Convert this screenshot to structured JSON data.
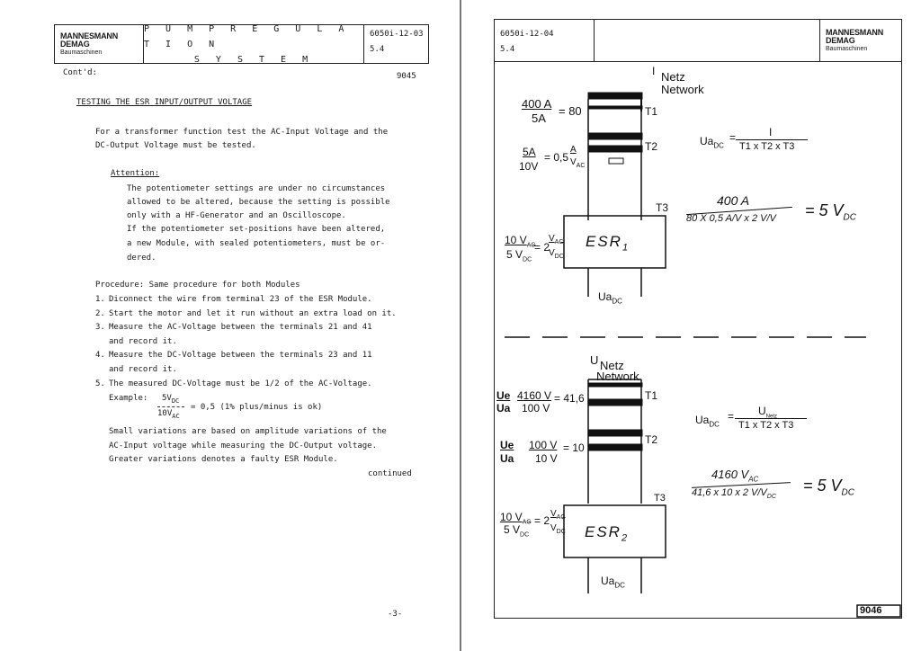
{
  "left": {
    "header": {
      "brand": [
        "MANNESMANN",
        "DEMAG",
        "Baumaschinen"
      ],
      "title": [
        "P U M P  R E G U L A T I O N",
        "S Y S T E M"
      ],
      "doc_no": "6050i-12-03",
      "section": "5.4"
    },
    "contd": "Cont'd:",
    "ref": "9045",
    "heading": "TESTING THE ESR INPUT/OUTPUT VOLTAGE",
    "intro": [
      "For a transformer function test the AC-Input Voltage and the",
      "DC-Output Voltage must be tested."
    ],
    "attention_label": "Attention:",
    "attention": [
      "The potentiometer settings are under no circumstances",
      "allowed to be altered, because the setting is possible",
      "only with a HF-Generator and an Oscilloscope.",
      "If the potentiometer set-positions have been altered,",
      "a new Module, with sealed potentiometers, must be or-",
      "dered."
    ],
    "procedure_label": "Procedure: Same procedure for both Modules",
    "steps": [
      {
        "n": "1.",
        "lines": [
          "Diconnect the wire from terminal 23 of the ESR Module."
        ]
      },
      {
        "n": "2.",
        "lines": [
          "Start the motor and let it run without an extra load on it."
        ]
      },
      {
        "n": "3.",
        "lines": [
          "Measure the AC-Voltage between the terminals 21 and 41",
          "and record it."
        ]
      },
      {
        "n": "4.",
        "lines": [
          "Measure the DC-Voltage between the terminals 23 and 11",
          "and record it."
        ]
      },
      {
        "n": "5.",
        "lines": [
          "The measured DC-Voltage must be 1/2 of the AC-Voltage."
        ]
      }
    ],
    "example_label": "Example:",
    "example_num": "5V",
    "example_num_sub": "DC",
    "example_den": "10V",
    "example_den_sub": "AC",
    "example_result": "= 0,5 (1% plus/minus is ok)",
    "notes": [
      "Small variations are based on amplitude variations of the",
      "AC-Input voltage while measuring the DC-Output voltage.",
      "Greater variations denotes a faulty ESR Module."
    ],
    "continued": "continued",
    "page_no": "-3-"
  },
  "right": {
    "header": {
      "doc_no": "6050i-12-04",
      "section": "5.4",
      "brand": [
        "MANNESMANN",
        "DEMAG",
        "Baumaschinen"
      ]
    },
    "top": {
      "i_label": "I",
      "netz": "Netz",
      "network": "Network",
      "ratio1_num": "400 A",
      "ratio1_den": "5A",
      "ratio1_res": "= 80",
      "ratio2_num": "5A",
      "ratio2_den": "10V",
      "ratio2_res": "= 0,5",
      "ratio2_unit_num": "A",
      "ratio2_unit_den": "V",
      "ratio2_unit_sub": "AC",
      "ratio3_num": "10 V",
      "ratio3_num_sub": "AC",
      "ratio3_den": "5 V",
      "ratio3_den_sub": "DC",
      "ratio3_res": "= 2",
      "ratio3_unit_num": "V",
      "ratio3_unit_num_sub": "AC",
      "ratio3_unit_den": "V",
      "ratio3_unit_den_sub": "DC",
      "t1": "T1",
      "t2": "T2",
      "t3": "T3",
      "esr": "ESR",
      "esr_sub": "1",
      "uadc": "Ua",
      "uadc_sub": "DC",
      "formula_lhs": "Ua",
      "formula_lhs_sub": "DC",
      "formula_eq": "=",
      "formula_num": "I",
      "formula_den": "T1 x T2 x T3",
      "hw_num": "400 A",
      "hw_den": "80 X 0,5 A/V x 2 V/V",
      "hw_res": "= 5 V",
      "hw_res_sub": "DC"
    },
    "bottom": {
      "u_label": "U",
      "netz": "Netz",
      "network": "Network",
      "ratio1_lhs_num": "Ue",
      "ratio1_lhs_den": "Ua",
      "ratio1_num": "4160 V",
      "ratio1_den": "100 V",
      "ratio1_res": "= 41,6",
      "ratio2_lhs_num": "Ue",
      "ratio2_lhs_den": "Ua",
      "ratio2_num": "100 V",
      "ratio2_den": "10 V",
      "ratio2_res": "= 10",
      "ratio3_num": "10 V",
      "ratio3_num_sub": "AC",
      "ratio3_den": "5 V",
      "ratio3_den_sub": "DC",
      "ratio3_res": "= 2",
      "ratio3_unit_num": "V",
      "ratio3_unit_num_sub": "AC",
      "ratio3_unit_den": "V",
      "ratio3_unit_den_sub": "DC",
      "t1": "T1",
      "t2": "T2",
      "t3": "T3",
      "esr": "ESR",
      "esr_sub": "2",
      "uadc": "Ua",
      "uadc_sub": "DC",
      "formula_lhs": "Ua",
      "formula_lhs_sub": "DC",
      "formula_eq": "=",
      "formula_num": "U",
      "formula_num_sub": "Netz",
      "formula_den": "T1 x T2 x T3",
      "hw_num": "4160 V",
      "hw_num_sub": "AC",
      "hw_den": "41,6 x 10 x 2 V/V",
      "hw_den_sub": "DC",
      "hw_res": "= 5 V",
      "hw_res_sub": "DC"
    },
    "page_ref": "9046"
  }
}
